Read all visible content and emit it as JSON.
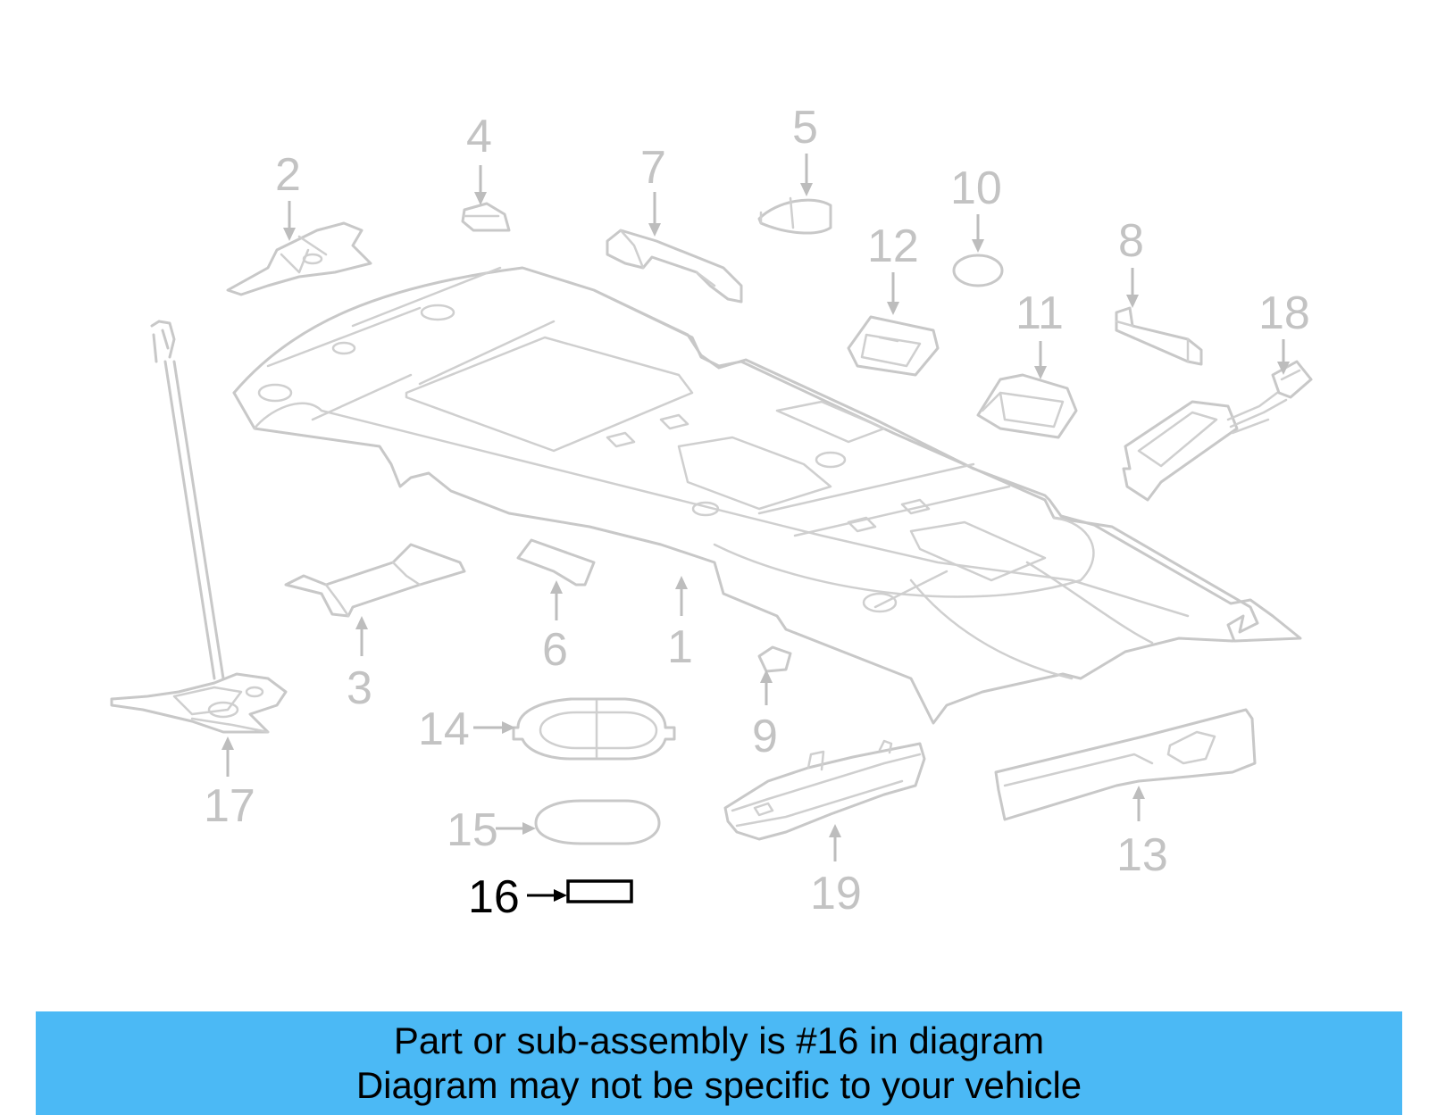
{
  "diagram": {
    "callouts": [
      {
        "id": 1,
        "label": "1"
      },
      {
        "id": 2,
        "label": "2"
      },
      {
        "id": 3,
        "label": "3"
      },
      {
        "id": 4,
        "label": "4"
      },
      {
        "id": 5,
        "label": "5"
      },
      {
        "id": 6,
        "label": "6"
      },
      {
        "id": 7,
        "label": "7"
      },
      {
        "id": 8,
        "label": "8"
      },
      {
        "id": 9,
        "label": "9"
      },
      {
        "id": 10,
        "label": "10"
      },
      {
        "id": 11,
        "label": "11"
      },
      {
        "id": 12,
        "label": "12"
      },
      {
        "id": 13,
        "label": "13"
      },
      {
        "id": 14,
        "label": "14"
      },
      {
        "id": 15,
        "label": "15"
      },
      {
        "id": 16,
        "label": "16"
      },
      {
        "id": 17,
        "label": "17"
      },
      {
        "id": 18,
        "label": "18"
      },
      {
        "id": 19,
        "label": "19"
      }
    ],
    "highlighted_part": 16,
    "colors": {
      "part_outline": "#c8c8c8",
      "callout_text": "#c3c3c3",
      "highlight": "#000000",
      "banner_background": "#4bb9f5"
    }
  },
  "banner": {
    "line1": "Part or sub-assembly is #16 in diagram",
    "line2": "Diagram may not be specific to your vehicle"
  }
}
